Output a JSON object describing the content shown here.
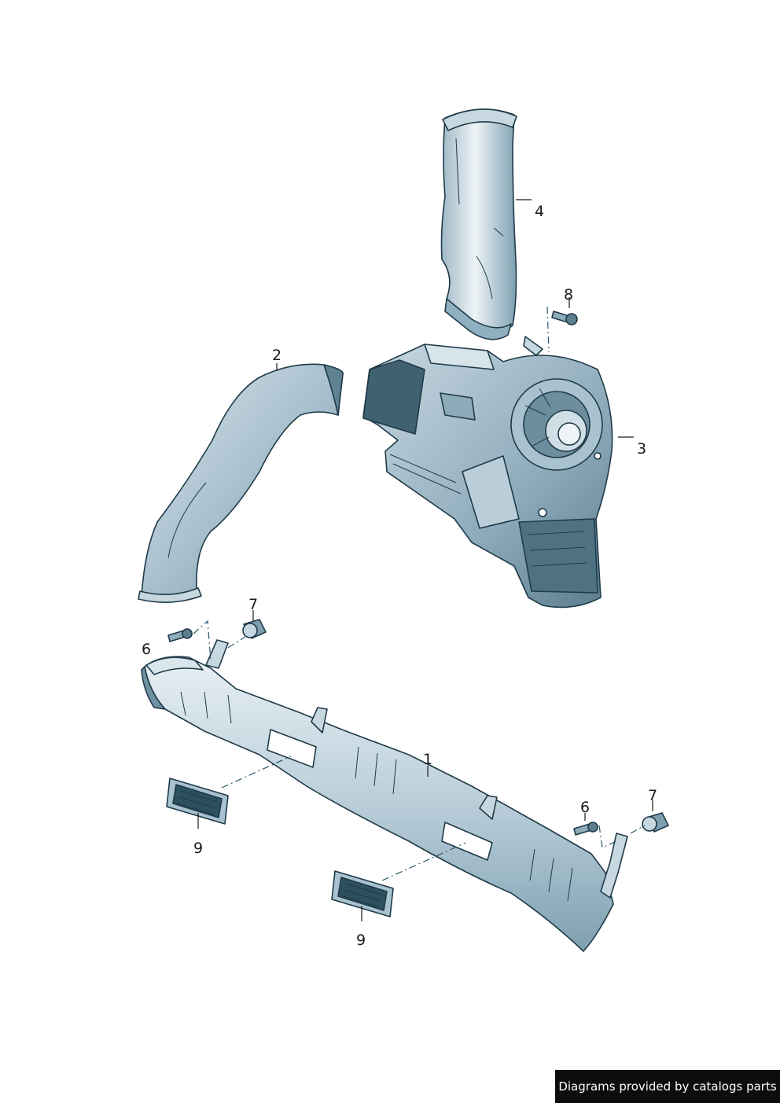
{
  "labels": {
    "p1": "1",
    "p2": "2",
    "p3": "3",
    "p4": "4",
    "p6a": "6",
    "p6b": "6",
    "p7a": "7",
    "p7b": "7",
    "p8": "8",
    "p9a": "9",
    "p9b": "9"
  },
  "credit": "Diagrams provided by catalogs parts",
  "colors": {
    "part_light": "#e6eef2",
    "part_mid": "#b6cbd6",
    "part_dark": "#5c7e8e",
    "outline": "#1f3a48"
  }
}
